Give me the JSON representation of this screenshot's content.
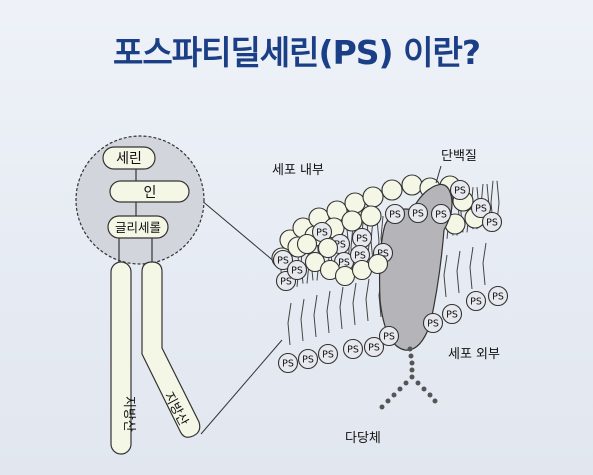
{
  "title": "포스파티딜세린(PS) 이란?",
  "molecule": {
    "head_top": "세린",
    "head_mid": "인",
    "head_bottom": "글리세롤",
    "tail_left": "지방산",
    "tail_right": "지방산"
  },
  "membrane": {
    "inside_label": "세포 내부",
    "outside_label": "세포 외부",
    "protein_label": "단백질",
    "sugar_label": "다당체",
    "ps_label": "PS"
  },
  "colors": {
    "title": "#1b3f86",
    "head_fill": "#f4f6e6",
    "ps_fill": "#e7e9ef",
    "protein_fill": "#b5b5b9",
    "zoom_circle": "#d2d6dc"
  }
}
